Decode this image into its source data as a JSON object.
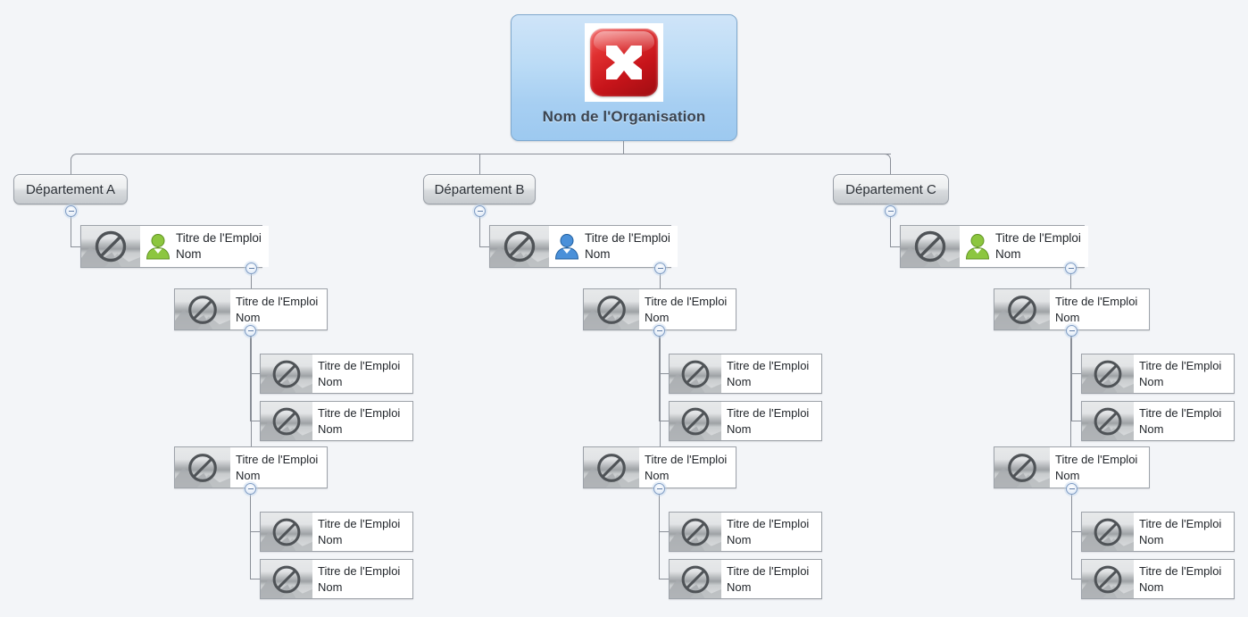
{
  "app": {
    "name": "XMind organization chart",
    "background_color": "#f3f5f8",
    "connector_color": "#8a8f98"
  },
  "root": {
    "title": "Nom de l'Organisation",
    "logo_icon": "xmind-logo-icon",
    "fill_top": "#cfe4f8",
    "fill_bottom": "#9dc9f0",
    "border_color": "#7fa8cd",
    "text_color": "#3b4450"
  },
  "labels": {
    "job_title": "Titre de l'Emploi",
    "person_name": "Nom",
    "photo_icon": "no-photo-icon",
    "toggle_icon": "collapse-minus-icon"
  },
  "departments": [
    {
      "label": "Département A",
      "lead": {
        "title": "Titre de l'Emploi",
        "name": "Nom",
        "avatar_icon": "person-icon-green",
        "avatar_color": "#76b82a"
      },
      "managers": [
        {
          "title": "Titre de l'Emploi",
          "name": "Nom",
          "reports": [
            {
              "title": "Titre de l'Emploi",
              "name": "Nom"
            },
            {
              "title": "Titre de l'Emploi",
              "name": "Nom"
            }
          ]
        },
        {
          "title": "Titre de l'Emploi",
          "name": "Nom",
          "reports": [
            {
              "title": "Titre de l'Emploi",
              "name": "Nom"
            },
            {
              "title": "Titre de l'Emploi",
              "name": "Nom"
            }
          ]
        }
      ]
    },
    {
      "label": "Département B",
      "lead": {
        "title": "Titre de l'Emploi",
        "name": "Nom",
        "avatar_icon": "person-icon-blue",
        "avatar_color": "#2f7fd1"
      },
      "managers": [
        {
          "title": "Titre de l'Emploi",
          "name": "Nom",
          "reports": [
            {
              "title": "Titre de l'Emploi",
              "name": "Nom"
            },
            {
              "title": "Titre de l'Emploi",
              "name": "Nom"
            }
          ]
        },
        {
          "title": "Titre de l'Emploi",
          "name": "Nom",
          "reports": [
            {
              "title": "Titre de l'Emploi",
              "name": "Nom"
            },
            {
              "title": "Titre de l'Emploi",
              "name": "Nom"
            }
          ]
        }
      ]
    },
    {
      "label": "Département C",
      "lead": {
        "title": "Titre de l'Emploi",
        "name": "Nom",
        "avatar_icon": "person-icon-green",
        "avatar_color": "#76b82a"
      },
      "managers": [
        {
          "title": "Titre de l'Emploi",
          "name": "Nom",
          "reports": [
            {
              "title": "Titre de l'Emploi",
              "name": "Nom"
            },
            {
              "title": "Titre de l'Emploi",
              "name": "Nom"
            }
          ]
        },
        {
          "title": "Titre de l'Emploi",
          "name": "Nom",
          "reports": [
            {
              "title": "Titre de l'Emploi",
              "name": "Nom"
            },
            {
              "title": "Titre de l'Emploi",
              "name": "Nom"
            }
          ]
        }
      ]
    }
  ]
}
